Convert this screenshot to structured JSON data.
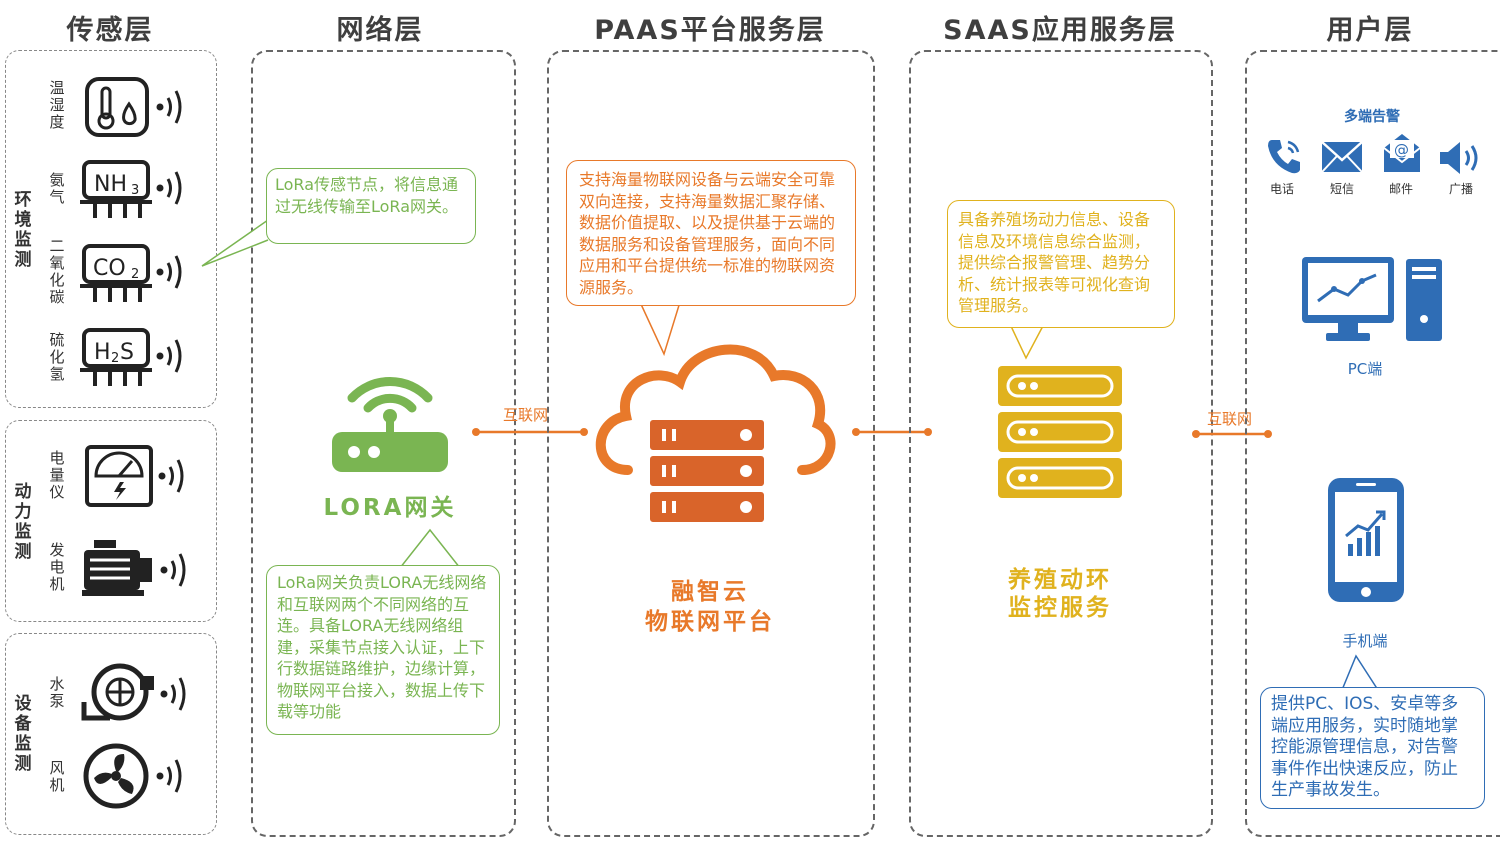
{
  "columns": {
    "sensing": "传感层",
    "network": "网络层",
    "paas": "PAAS平台服务层",
    "saas": "SAAS应用服务层",
    "user": "用户层"
  },
  "groups": {
    "env": "环境监测",
    "power": "动力监测",
    "device": "设备监测"
  },
  "sensors": {
    "temp": "温湿度",
    "ammonia": "氨气",
    "co2": "二氧化碳",
    "h2s": "硫化氢",
    "meter": "电量仪",
    "generator": "发电机",
    "pump": "水泵",
    "fan": "风机"
  },
  "gas_labels": {
    "nh3_main": "NH",
    "nh3_sub": "3",
    "co2_main": "CO",
    "co2_sub": "2",
    "h2s_a": "H",
    "h2s_sub": "2",
    "h2s_b": "S"
  },
  "network": {
    "bubble_top": "LoRa传感节点，将信息通过无线传输至LoRa网关。",
    "gateway_name": "LORA网关",
    "bubble_bottom": "LoRa网关负责LORA无线网络和互联网两个不同网络的互连。具备LORA无线网络组建，采集节点接入认证，上下行数据链路维护，边缘计算，物联网平台接入，数据上传下载等功能"
  },
  "links": {
    "internet1": "互联网",
    "internet2": "互联网"
  },
  "paas": {
    "bubble": "支持海量物联网设备与云端安全可靠双向连接，支持海量数据汇聚存储、数据价值提取、以及提供基于云端的数据服务和设备管理服务，面向不同应用和平台提供统一标准的物联网资源服务。",
    "name_line1": "融智云",
    "name_line2": "物联网平台"
  },
  "saas": {
    "bubble": "具备养殖场动力信息、设备信息及环境信息综合监测，提供综合报警管理、趋势分析、统计报表等可视化查询管理服务。",
    "name_line1": "养殖动环",
    "name_line2": "监控服务"
  },
  "user": {
    "alarm_title": "多端告警",
    "alarm_items": [
      "电话",
      "短信",
      "邮件",
      "广播"
    ],
    "pc_label": "PC端",
    "mobile_label": "手机端",
    "bubble": "提供PC、IOS、安卓等多端应用服务，实时随地掌控能源管理信息，对告警事件作出快速反应，防止生产事故发生。"
  },
  "colors": {
    "green": "#7ab552",
    "orange": "#e8792a",
    "server_orange": "#d9642a",
    "yellow": "#e0b21e",
    "blue": "#2f6db5"
  }
}
